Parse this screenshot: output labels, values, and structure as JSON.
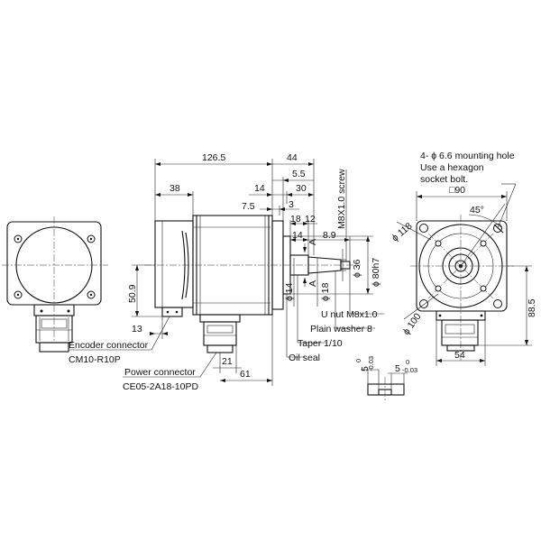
{
  "dims": {
    "d126_5": "126.5",
    "d44": "44",
    "d5_5": "5.5",
    "d38": "38",
    "d14_top": "14",
    "d30": "30",
    "d7_5": "7.5",
    "d3": "3",
    "d18": "18",
    "d12": "12",
    "d14_mid": "14",
    "d8_9": "8.9",
    "d50_9": "50.9",
    "d13": "13",
    "d21": "21",
    "d61": "61",
    "d54": "54",
    "d88_5": "88.5",
    "sq90": "□90",
    "ang45": "45°",
    "dia118": "ϕ 118",
    "dia100": "ϕ 100",
    "dia36": "ϕ 36",
    "dia80h7": "ϕ 80h7",
    "dia14": "ϕ 14",
    "dia18": "ϕ 18",
    "sectionA_top": "A",
    "sectionA_bottom": "A",
    "key5a": "5",
    "key5a_tol_upper": "0",
    "key5a_tol_lower": "-0.03",
    "key5b": "5",
    "key5b_tol_upper": "0",
    "key5b_tol_lower": "-0.03"
  },
  "callouts": {
    "screw": "M8X1.0  screw",
    "mounting_line1": "4- ϕ 6.6 mounting hole",
    "mounting_line2": "Use a hexagon",
    "mounting_line3": "socket bolt.",
    "u_nut": "U nut M8x1.0",
    "washer": "Plain washer 8",
    "taper": "Taper 1/10",
    "oil_seal": "Oil seal",
    "encoder_label": "Encoder  connector",
    "encoder_part": "CM10-R10P",
    "power_label": "Power connector",
    "power_part": "CE05-2A18-10PD"
  }
}
